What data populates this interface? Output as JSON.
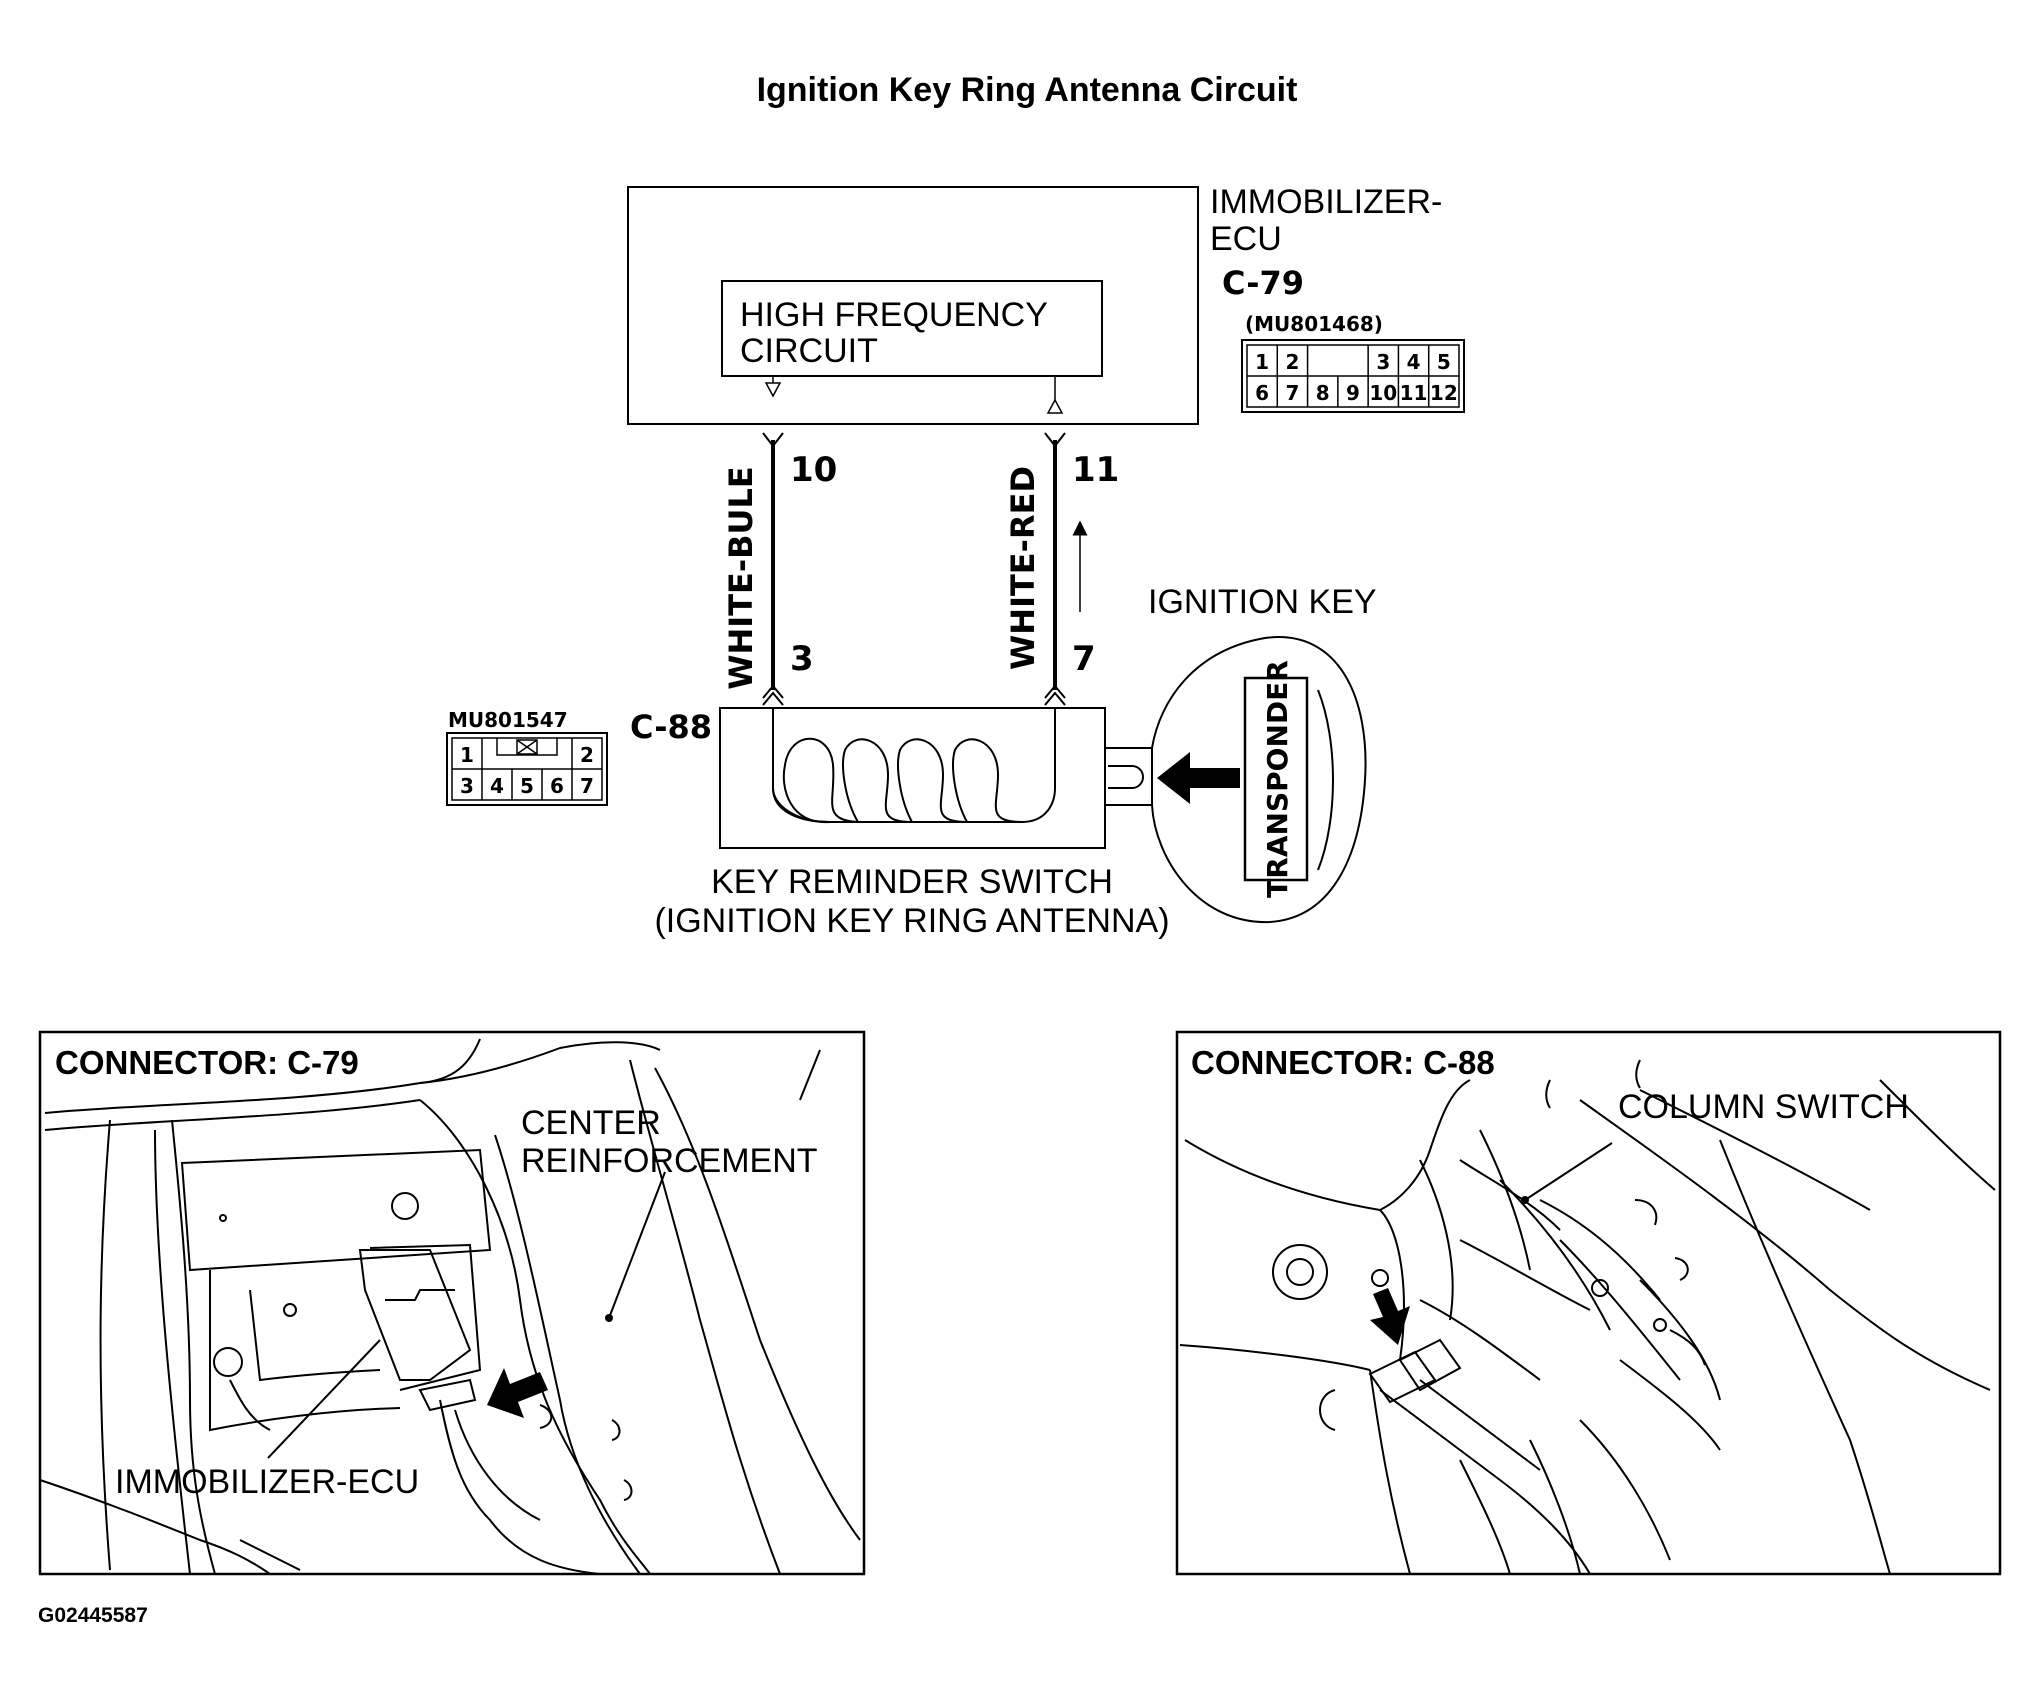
{
  "title": "Ignition Key Ring Antenna Circuit",
  "ecu": {
    "name_line1": "IMMOBILIZER-",
    "name_line2": "ECU",
    "connector": "C-79",
    "part_number": "(MU801468)",
    "circuit_line1": "HIGH FREQUENCY",
    "circuit_line2": "CIRCUIT",
    "pins_row1": [
      "1",
      "2",
      "",
      "3",
      "4",
      "5"
    ],
    "pins_row2": [
      "6",
      "7",
      "8",
      "9",
      "10",
      "11",
      "12"
    ]
  },
  "wires": [
    {
      "color": "WHITE-BULE",
      "top_pin": "10",
      "bottom_pin": "3"
    },
    {
      "color": "WHITE-RED",
      "top_pin": "11",
      "bottom_pin": "7"
    }
  ],
  "key_switch": {
    "connector": "C-88",
    "part_number": "MU801547",
    "pins_row1": [
      "1",
      "2"
    ],
    "pins_row2": [
      "3",
      "4",
      "5",
      "6",
      "7"
    ],
    "label_line1": "KEY REMINDER SWITCH",
    "label_line2": "(IGNITION KEY RING ANTENNA)"
  },
  "ignition_key": {
    "label": "IGNITION KEY",
    "transponder": "TRANSPONDER"
  },
  "panel_left": {
    "title": "CONNECTOR: C-79",
    "label_1_line1": "CENTER",
    "label_1_line2": "REINFORCEMENT",
    "label_2": "IMMOBILIZER-ECU"
  },
  "panel_right": {
    "title": "CONNECTOR: C-88",
    "label_1": "COLUMN SWITCH"
  },
  "figure_id": "G02445587"
}
